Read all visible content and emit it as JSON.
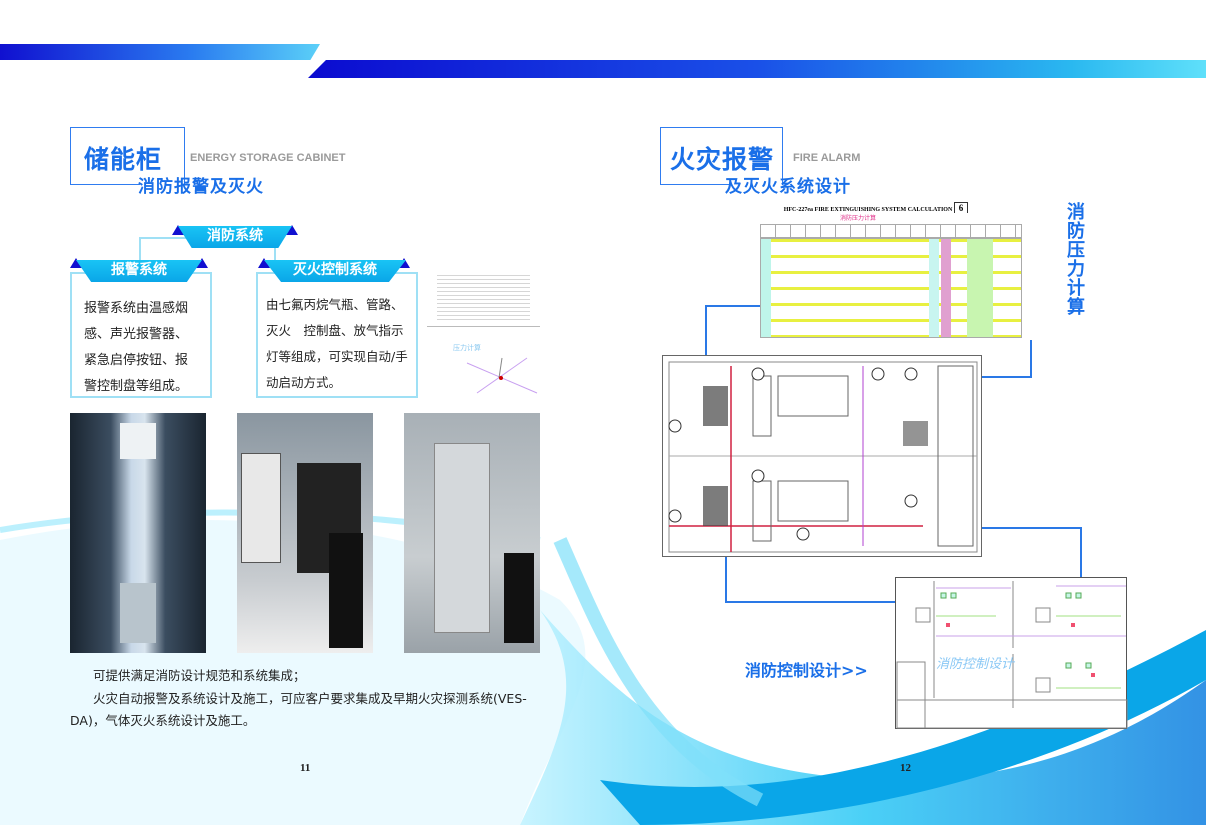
{
  "left": {
    "title": "储能柜",
    "title_en": "ENERGY STORAGE CABINET",
    "subtitle": "消防报警及灭火",
    "tree_root": "消防系统",
    "branches": [
      {
        "label": "报警系统",
        "text": "报警系统由温感烟感、声光报警器、紧急启停按钮、报警控制盘等组成。"
      },
      {
        "label": "灭火控制系统",
        "text": "由七氟丙烷气瓶、管路、灭火　控制盘、放气指示灯等组成，可实现自动/手动启动方式。"
      }
    ],
    "calc_image_caption": "压力计算",
    "paragraphs": [
      "可提供满足消防设计规范和系统集成；",
      "火灾自动报警及系统设计及施工，可应客户要求集成及早期火灾探测系统(VES-DA)，气体灭火系统设计及施工。"
    ],
    "page_number": "11"
  },
  "right": {
    "title": "火灾报警",
    "title_en": "FIRE ALARM",
    "subtitle": "及灭火系统设计",
    "table_title": "HFC-227ea FIRE EXTINGUISHING SYSTEM CALCULATION",
    "table_subtitle": "消防压力计算",
    "table_badge": "6",
    "vertical_label": "消防压力计算",
    "control_label": "消防控制设计>>",
    "control_watermark": "消防控制设计",
    "page_number": "12"
  },
  "colors": {
    "brand_blue": "#1a6fe8",
    "cyan": "#19c4f5",
    "banner_dark": "#1010d0"
  }
}
